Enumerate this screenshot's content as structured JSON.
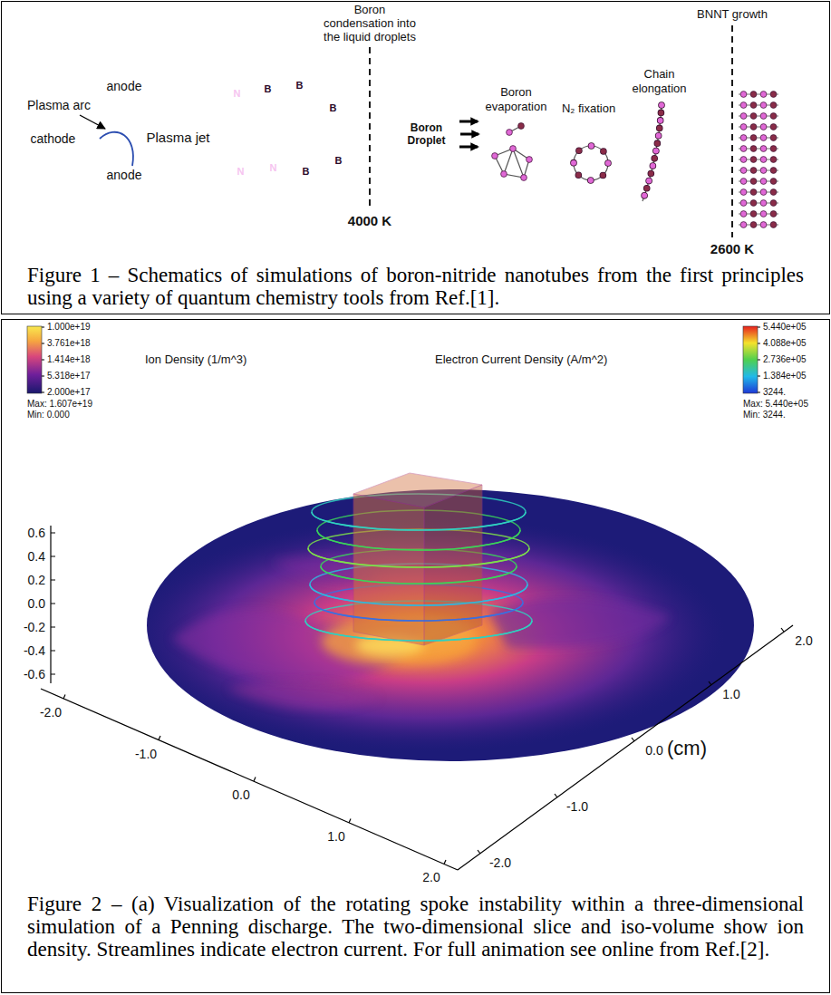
{
  "diagram": {
    "nodes": [
      {
        "text": [
          "Figure 1 – Schematics of simulations of boron-nitride nanotubes from the first principles using a variety of quantum chemistry tools from Ref.[1]."
        ]
      },
      {
        "text": [
          "anode"
        ],
        "in": 0
      },
      {
        "text": [
          "cathode"
        ],
        "in": 0
      },
      {
        "text": [
          "anode"
        ],
        "in": 0
      },
      {
        "text": [
          "Plasma jet"
        ],
        "in": 0
      },
      {
        "text": [
          "Boron evaporation",
          "N₂ fixation",
          "Chain elongation"
        ],
        "in": 0
      },
      {
        "text": [
          "N"
        ],
        "in": 5
      },
      {
        "text": [
          "B"
        ],
        "in": 5
      },
      {
        "text": [
          "B"
        ],
        "in": 5
      },
      {
        "text": [
          "B"
        ],
        "in": 5
      },
      {
        "text": [
          "N"
        ],
        "in": 5
      },
      {
        "text": [
          "N"
        ],
        "in": 5
      },
      {
        "text": [
          "B"
        ],
        "in": 5
      },
      {
        "text": [
          "B"
        ],
        "in": 5
      },
      {
        "text": [
          "Boron Droplet"
        ],
        "in": 5
      },
      {
        "text": [
          "Figure 2 – (a) Visualization of the rotating spoke instability within a three-dimensional simulation of a Penning discharge. The two-dimensional slice and iso-volume show ion density. Streamlines indicate electron current. For full animation see online from Ref.[2]."
        ]
      }
    ],
    "labels": [
      "Plasma arc",
      "Boron condensation into the liquid droplets",
      "4000 K",
      "BNNT growth",
      "2600 K",
      "Ion Density (1/m^3)",
      "1.000e+19",
      "3.761e+18",
      "1.414e+18",
      "5.318e+17",
      "2.000e+17",
      "Max: 1.607e+19",
      "Min: 0.000",
      "Electron Current Density (A/m^2)",
      "5.440e+05",
      "4.088e+05",
      "2.736e+05",
      "1.384e+05",
      "3244.",
      "Max: 5.440e+05",
      "Min: 3244.",
      "0.6",
      "0.4",
      "0.2",
      "0.0",
      "-0.2",
      "-0.4",
      "-0.6",
      "-2.0",
      "-1.0",
      "0.0",
      "1.0",
      "2.0",
      "2.0",
      "1.0",
      "0.0",
      "(cm)",
      "-1.0",
      "-2.0"
    ]
  }
}
